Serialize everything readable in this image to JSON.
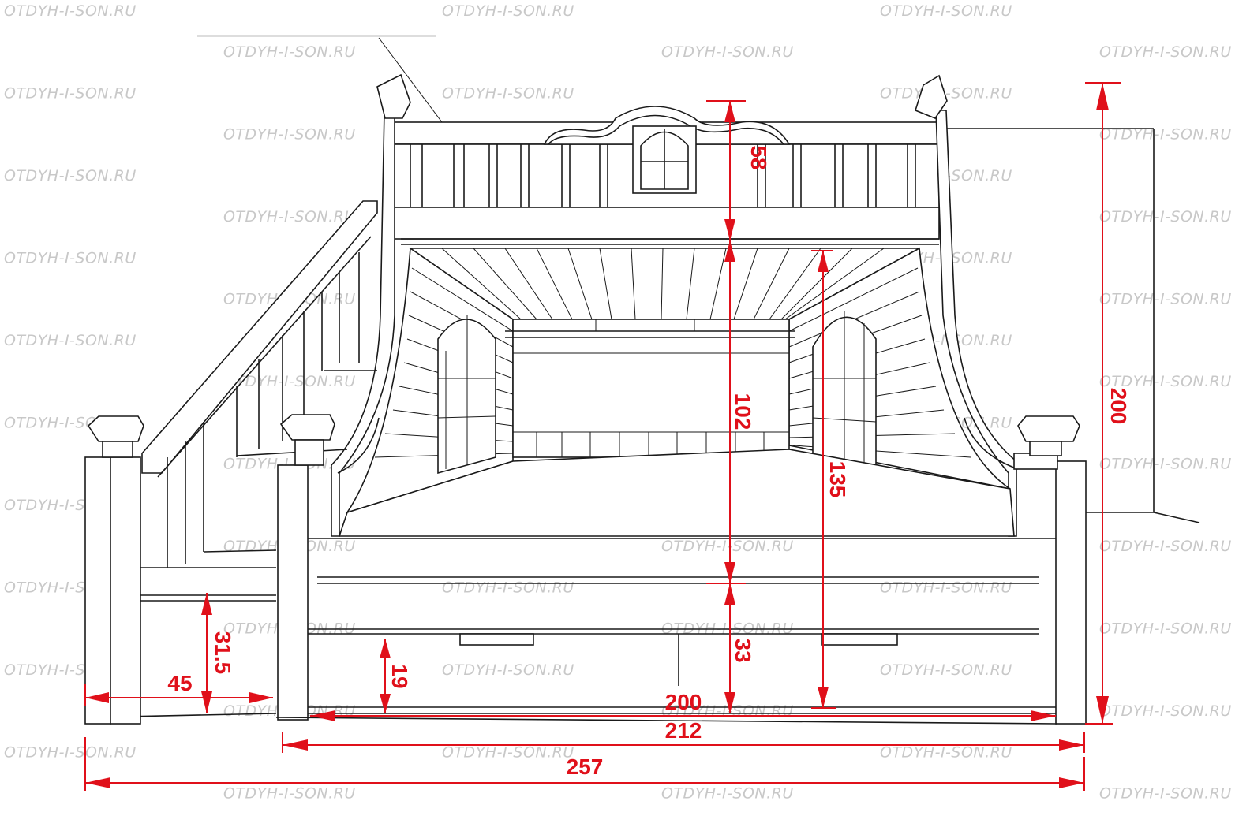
{
  "watermark_text": "OTDYH-I-SON.RU",
  "colors": {
    "dimension": "#e0101a",
    "lines": "#1a1a1a",
    "watermark": "#c8c8c8"
  },
  "dimensions": {
    "upper_rail_height": "58",
    "lower_clearance": "102",
    "upper_bed_depth": "135",
    "total_height": "200",
    "drawer_height": "33",
    "step_height": "31.5",
    "step_depth": "45",
    "drawer_offset": "19",
    "mattress_length": "200",
    "frame_length": "212",
    "total_length": "257"
  }
}
